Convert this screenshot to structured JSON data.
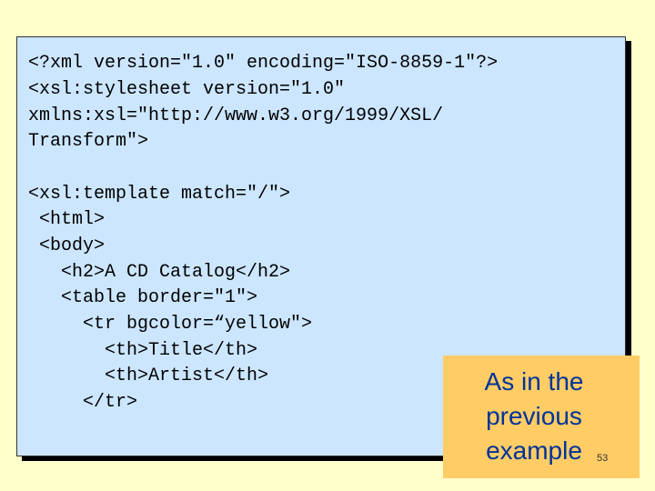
{
  "code": {
    "lines": [
      "<?xml version=\"1.0\" encoding=\"ISO-8859-1\"?>",
      "<xsl:stylesheet version=\"1.0\"",
      "xmlns:xsl=\"http://www.w3.org/1999/XSL/",
      "Transform\">",
      "",
      "<xsl:template match=\"/\">",
      " <html>",
      " <body>",
      "   <h2>A CD Catalog</h2>",
      "   <table border=\"1\">",
      "     <tr bgcolor=“yellow\">",
      "       <th>Title</th>",
      "       <th>Artist</th>",
      "     </tr>"
    ]
  },
  "callout": {
    "line1": "As in the",
    "line2": "previous",
    "line3": "example"
  },
  "slide": {
    "number": "53"
  },
  "colors": {
    "background": "#FFFFCC",
    "code_box": "#CCE6FF",
    "callout_box": "#FFCC66",
    "callout_text": "#003399"
  }
}
